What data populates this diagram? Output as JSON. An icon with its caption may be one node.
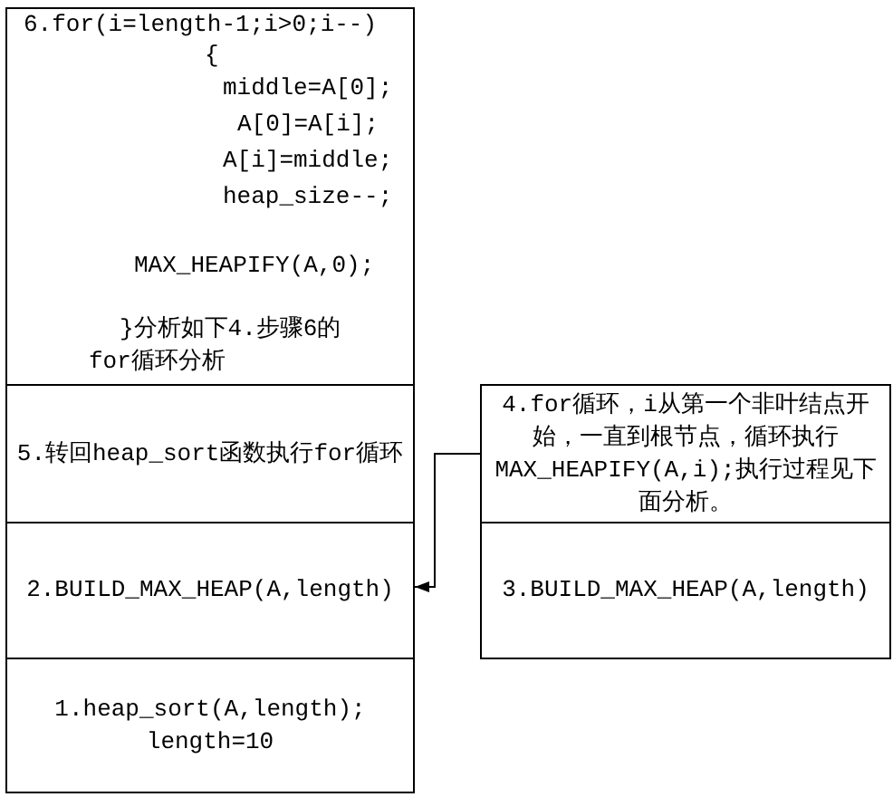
{
  "diagram": {
    "nodes": [
      {
        "text": [
          "6.for(i=length-1;i>0;i--)",
          "{",
          "middle=A[0];",
          "A[0]=A[i];",
          "A[i]=middle;",
          "heap_size--;",
          "MAX_HEAPIFY(A,0);",
          "}分析如下4.步骤6的for循环分析"
        ]
      },
      {
        "text": [
          "5.转回heap_sort函数执行for循环"
        ]
      },
      {
        "text": [
          "4.for循环，i从第一个非叶结点开始，一直到根节点，循环执行MAX_HEAPIFY(A,i);执行过程见下面分析。"
        ]
      },
      {
        "text": [
          "2.BUILD_MAX_HEAP(A,length)"
        ]
      },
      {
        "text": [
          "3.BUILD_MAX_HEAP(A,length)"
        ]
      },
      {
        "text": [
          "1.heap_sort(A,length); length=10"
        ]
      }
    ],
    "edges": [
      {
        "from": 2,
        "to": 3,
        "arrow": "to"
      }
    ]
  }
}
